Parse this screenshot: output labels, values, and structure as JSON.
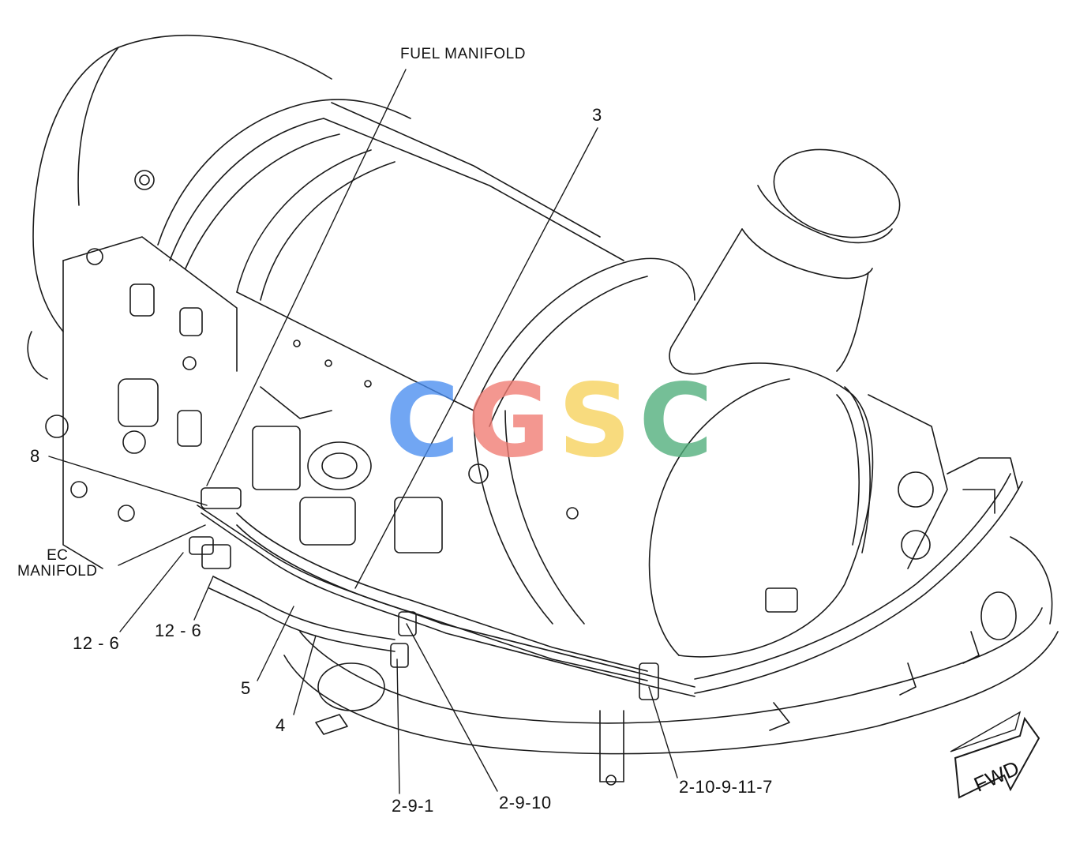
{
  "labels": {
    "fuel_manifold": "FUEL MANIFOLD",
    "item_3": "3",
    "item_8": "8",
    "ec_manifold_line1": "EC",
    "ec_manifold_line2": "MANIFOLD",
    "item_12_6_left": "12 - 6",
    "item_12_6_right": "12 - 6",
    "item_5": "5",
    "item_4": "4",
    "item_2_9_1": "2-9-1",
    "item_2_9_10": "2-9-10",
    "item_2_10_9_11_7": "2-10-9-11-7"
  },
  "fwd_arrow": {
    "label": "FWD"
  },
  "watermark": {
    "letters": [
      "C",
      "G",
      "S",
      "C"
    ],
    "colors": [
      "#4a8ef0",
      "#f07a72",
      "#f7d25a",
      "#4fae7a"
    ]
  },
  "line_color": "#1a1a1a"
}
